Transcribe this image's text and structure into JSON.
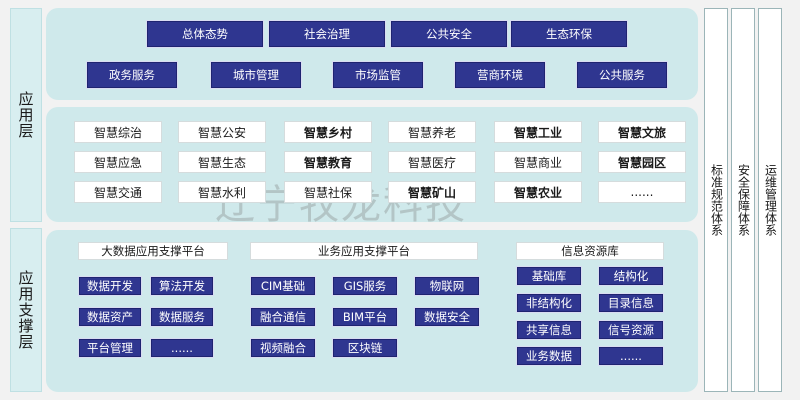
{
  "side_labels": {
    "application": "应用层",
    "support": "应用支撑层"
  },
  "app_layer": {
    "row1": [
      "总体态势",
      "社会治理",
      "公共安全",
      "生态环保"
    ],
    "row2": [
      "政务服务",
      "城市管理",
      "市场监管",
      "营商环境",
      "公共服务"
    ]
  },
  "smart_grid": [
    [
      {
        "t": "智慧综治",
        "b": false
      },
      {
        "t": "智慧公安",
        "b": false
      },
      {
        "t": "智慧乡村",
        "b": true
      },
      {
        "t": "智慧养老",
        "b": false
      },
      {
        "t": "智慧工业",
        "b": true
      },
      {
        "t": "智慧文旅",
        "b": true
      }
    ],
    [
      {
        "t": "智慧应急",
        "b": false
      },
      {
        "t": "智慧生态",
        "b": false
      },
      {
        "t": "智慧教育",
        "b": true
      },
      {
        "t": "智慧医疗",
        "b": false
      },
      {
        "t": "智慧商业",
        "b": false
      },
      {
        "t": "智慧园区",
        "b": true
      }
    ],
    [
      {
        "t": "智慧交通",
        "b": false
      },
      {
        "t": "智慧水利",
        "b": false
      },
      {
        "t": "智慧社保",
        "b": false
      },
      {
        "t": "智慧矿山",
        "b": true
      },
      {
        "t": "智慧农业",
        "b": true
      },
      {
        "t": "......",
        "b": false
      }
    ]
  ],
  "support": {
    "bigdata": {
      "title": "大数据应用支撑平台",
      "items": [
        "数据开发",
        "算法开发",
        "数据资产",
        "数据服务",
        "平台管理",
        "......"
      ]
    },
    "business": {
      "title": "业务应用支撑平台",
      "items": [
        "CIM基础",
        "GIS服务",
        "物联网",
        "融合通信",
        "BIM平台",
        "数据安全",
        "视频融合",
        "区块链"
      ]
    },
    "info": {
      "title": "信息资源库",
      "items": [
        "基础库",
        "结构化",
        "非结构化",
        "目录信息",
        "共享信息",
        "信号资源",
        "业务数据",
        "......"
      ]
    }
  },
  "right_columns": [
    "标准规范体系",
    "安全保障体系",
    "运维管理体系"
  ],
  "watermark": "辽宁牧龙科技",
  "colors": {
    "navy": "#2f3690",
    "band": "#cfe9eb",
    "side": "#d8eef0"
  }
}
